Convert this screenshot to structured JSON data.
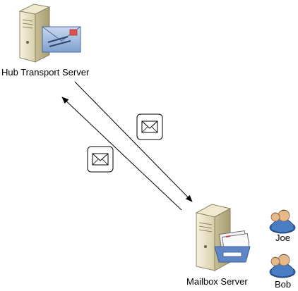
{
  "nodes": {
    "hub": {
      "label": "Hub Transport Server",
      "icon": "server-with-envelope-icon"
    },
    "mailbox": {
      "label": "Mailbox Server",
      "icon": "server-with-mailbox-tray-icon"
    }
  },
  "users": [
    {
      "label": "Joe",
      "icon": "user-icon"
    },
    {
      "label": "Bob",
      "icon": "user-icon"
    }
  ],
  "connections": [
    {
      "from": "hub",
      "to": "mailbox",
      "icon": "envelope-icon"
    },
    {
      "from": "mailbox",
      "to": "hub",
      "icon": "envelope-icon"
    }
  ],
  "colors": {
    "server_body": "#e8e1c4",
    "server_dark": "#9a9070",
    "envelope_blue": "#5b7fb5",
    "arrow": "#000000",
    "user_shirt": "#3c6fb4",
    "user_skin": "#e6b88a",
    "user_hair": "#3a2a1a"
  }
}
